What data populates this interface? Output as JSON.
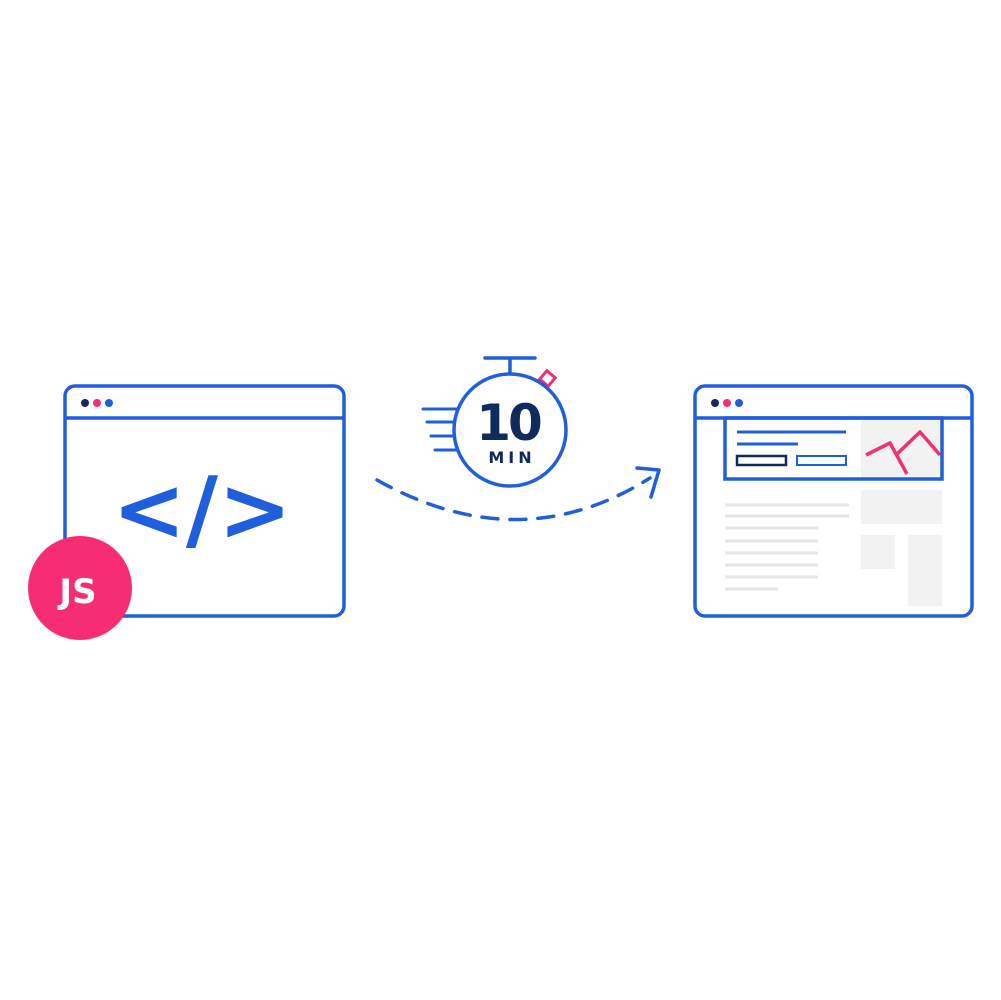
{
  "colors": {
    "blue": "#1f5fdb",
    "navy": "#0f2a5c",
    "pink": "#f1306f",
    "light_gray": "#f2f2f2",
    "line_gray": "#e6e6e6",
    "white": "#ffffff"
  },
  "source_window": {
    "code_symbol": "</>",
    "badge_label": "JS",
    "icon": "code-icon"
  },
  "timer": {
    "value": "10",
    "unit": "MIN",
    "icon": "stopwatch-icon"
  },
  "transition": {
    "icon": "dashed-curved-arrow-icon"
  },
  "result_window": {
    "icon": "website-layout-icon",
    "hero_image_icon": "mountain-image-icon"
  }
}
